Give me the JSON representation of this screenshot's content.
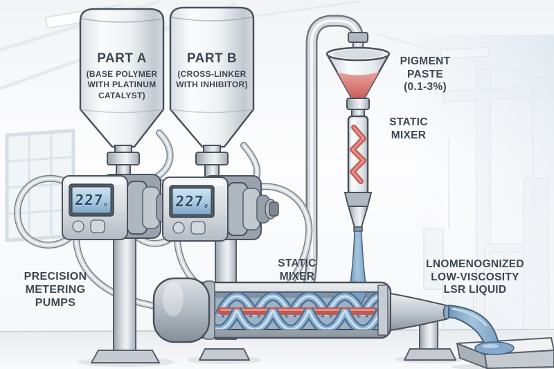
{
  "scene": {
    "description": "Illustrated LSR two-component dosing and mixing process diagram"
  },
  "labels": {
    "hopper_a": {
      "title": "PART A",
      "lines": [
        "(BASE POLYMER",
        "WITH PLATINUM",
        "CATALYST)"
      ]
    },
    "hopper_b": {
      "title": "PART B",
      "lines": [
        "(CROSS-LINKER",
        "WITH INHIBITOR)"
      ]
    },
    "pigment": {
      "lines": [
        "PIGMENT",
        "PASTE",
        "(0.1-3%)"
      ]
    },
    "static_mixer_vertical": {
      "lines": [
        "STATIC",
        "MIXER"
      ]
    },
    "static_mixer_horizontal": {
      "lines": [
        "STATIC",
        "MIXER"
      ]
    },
    "metering_pumps": {
      "lines": [
        "PRECISION",
        "METERING",
        "PUMPS"
      ]
    },
    "output": {
      "lines": [
        "LNOMENOGNIZED",
        "LOW-VISCOSITY",
        "LSR LIQUID"
      ]
    }
  },
  "displays": {
    "pump_a": "227",
    "pump_b": "227",
    "sub_mark": "o"
  },
  "colors": {
    "label_text": "#3d4652",
    "pigment_red": "#cd6660",
    "liquid_blue": "#84a9cc",
    "lcd_screen": "#a9cbe3",
    "lcd_digits": "#2e4c66",
    "metal_outline": "#49525d"
  }
}
